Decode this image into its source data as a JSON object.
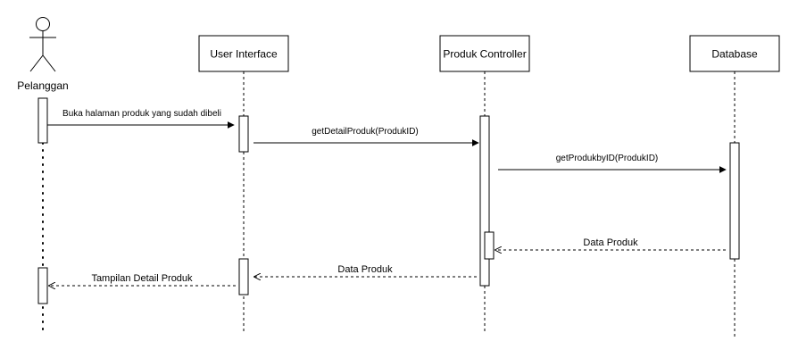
{
  "participants": [
    {
      "id": "pelanggan",
      "label": "Pelanggan",
      "kind": "actor"
    },
    {
      "id": "ui",
      "label": "User Interface",
      "kind": "box"
    },
    {
      "id": "controller",
      "label": "Produk Controller",
      "kind": "box"
    },
    {
      "id": "database",
      "label": "Database",
      "kind": "box"
    }
  ],
  "messages": [
    {
      "id": "m1",
      "label": "Buka halaman produk yang sudah dibeli",
      "from": "pelanggan",
      "to": "ui",
      "type": "call"
    },
    {
      "id": "m2",
      "label": "getDetailProduk(ProdukID)",
      "from": "ui",
      "to": "controller",
      "type": "call"
    },
    {
      "id": "m3",
      "label": "getProdukbyID(ProdukID)",
      "from": "controller",
      "to": "database",
      "type": "call"
    },
    {
      "id": "m4",
      "label": "Data Produk",
      "from": "database",
      "to": "controller",
      "type": "return"
    },
    {
      "id": "m5",
      "label": "Data Produk",
      "from": "controller",
      "to": "ui",
      "type": "return"
    },
    {
      "id": "m6",
      "label": "Tampilan Detail Produk",
      "from": "ui",
      "to": "pelanggan",
      "type": "return"
    }
  ],
  "colors": {
    "line": "#000000",
    "background": "#ffffff"
  }
}
